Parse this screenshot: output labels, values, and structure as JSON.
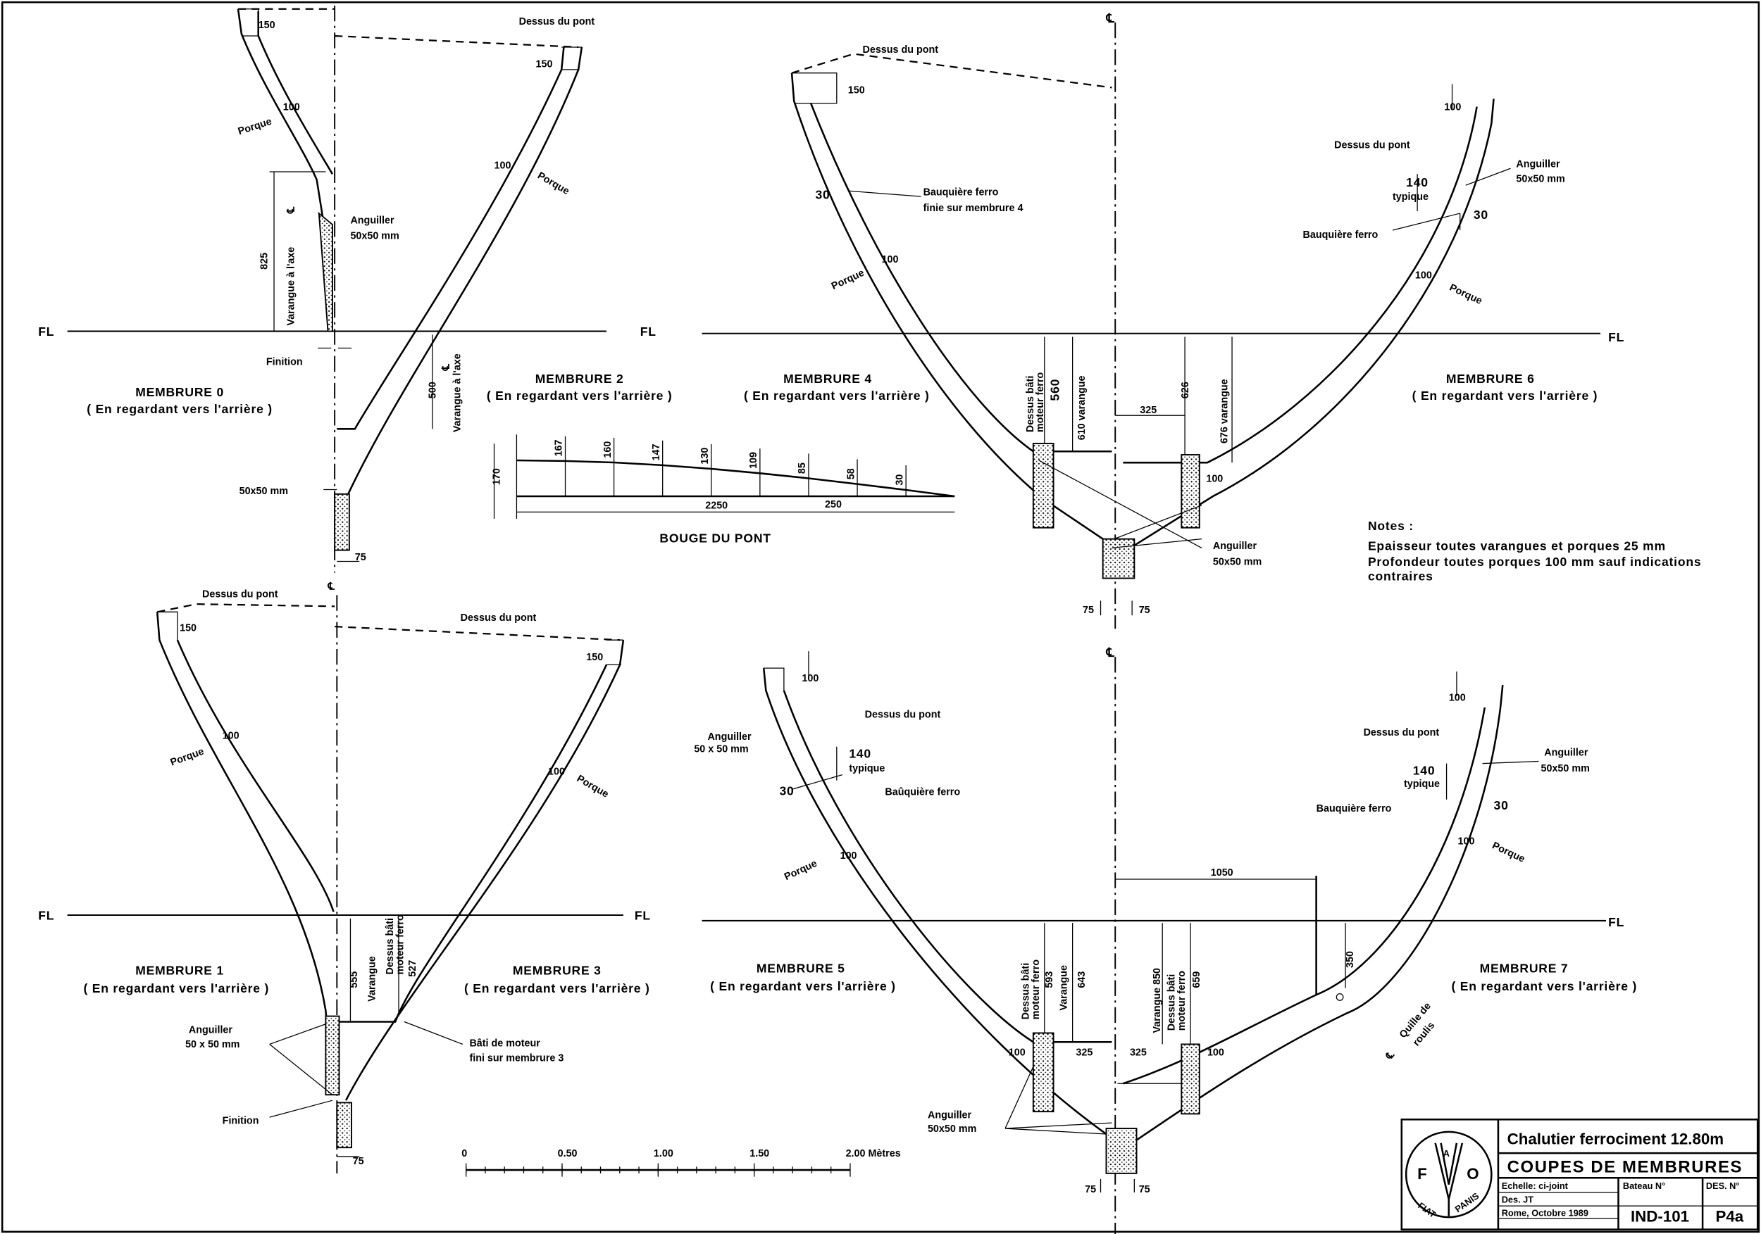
{
  "title_block": {
    "logo_letters": "FAO FIAT PANIS",
    "vessel": "Chalutier ferrociment 12.80m",
    "sheet_title": "COUPES DE MEMBRURES",
    "scale": "Echelle: ci-joint",
    "drawn_by": "Des.      JT",
    "place_date": "Rome, Octobre 1989",
    "boat_no_label": "Bateau   N°",
    "drawing_no_label": "DES. N°",
    "boat_no": "IND-101",
    "drawing_no": "P4a"
  },
  "notes": {
    "heading": "Notes :",
    "line1": "Epaisseur toutes varangues et porques 25 mm",
    "line2": "Profondeur toutes porques 100 mm sauf indications",
    "line3": "contraires"
  },
  "common": {
    "fl": "FL",
    "centerline": "℄",
    "looking_aft": "( En regardant vers l'arrière )"
  },
  "sections": {
    "m0": "MEMBRURE 0",
    "m1": "MEMBRURE 1",
    "m2": "MEMBRURE 2",
    "m3": "MEMBRURE 3",
    "m4": "MEMBRURE 4",
    "m5": "MEMBRURE 5",
    "m6": "MEMBRURE 6",
    "m7": "MEMBRURE 7"
  },
  "q_m0_m2": [
    "150",
    "Dessus du pont",
    "150",
    "Porque",
    "100",
    "100",
    "Porque",
    "825",
    "Varangue à l'axe",
    "Anguiller",
    "50x50 mm",
    "Finition",
    "500",
    "Varangue à l'axe",
    "50x50 mm",
    "75"
  ],
  "q_m4_m6": [
    "Dessus du pont",
    "150",
    "30",
    "Bauquière ferro",
    "finie sur membrure 4",
    "Porque",
    "100",
    "Dessus bâti",
    "moteur ferro",
    "560",
    "610 varangue",
    "325",
    "626",
    "676 varangue",
    "100",
    "Anguiller",
    "50x50 mm",
    "75",
    "75",
    "100",
    "Dessus du pont",
    "140",
    "typique",
    "Anguiller",
    "50x50 mm",
    "30",
    "Bauquière ferro",
    "100",
    "Porque"
  ],
  "q_m1_m3": [
    "Dessus du pont",
    "150",
    "Dessus du pont",
    "150",
    "Porque",
    "100",
    "100",
    "Porque",
    "555",
    "Varangue",
    "Dessus bâti",
    "moteur ferro",
    "527",
    "Anguiller",
    "50 x 50 mm",
    "Bâti de moteur",
    "fini sur membrure 3",
    "Finition",
    "75"
  ],
  "q_m5_m7": [
    "100",
    "Anguiller",
    "50 x 50 mm",
    "Dessus du pont",
    "140",
    "typique",
    "30",
    "Baûquière ferro",
    "Porque",
    "100",
    "Dessus bâti",
    "moteur ferro",
    "593",
    "Varangue",
    "643",
    "100",
    "325",
    "325",
    "Varangue 850",
    "Dessus bâti",
    "moteur ferro",
    "659",
    "100",
    "Anguiller",
    "50x50 mm",
    "75",
    "75",
    "1050",
    "350",
    "Quille de",
    "roulis",
    "100",
    "Dessus du pont",
    "140",
    "typique",
    "Anguiller",
    "50x50 mm",
    "30",
    "Bauquière ferro",
    "100",
    "Porque"
  ],
  "bouge": {
    "title": "BOUGE DU PONT",
    "unit": "mm",
    "ordinates": [
      170,
      167,
      160,
      147,
      130,
      109,
      85,
      58,
      30,
      0
    ],
    "station_spacing": 250,
    "span_label": "2250",
    "spacing_label": "250",
    "max_label": "170"
  },
  "scale_bar": {
    "ticks": [
      "0",
      "0.50",
      "1.00",
      "1.50",
      "2.00 Mètres"
    ]
  }
}
